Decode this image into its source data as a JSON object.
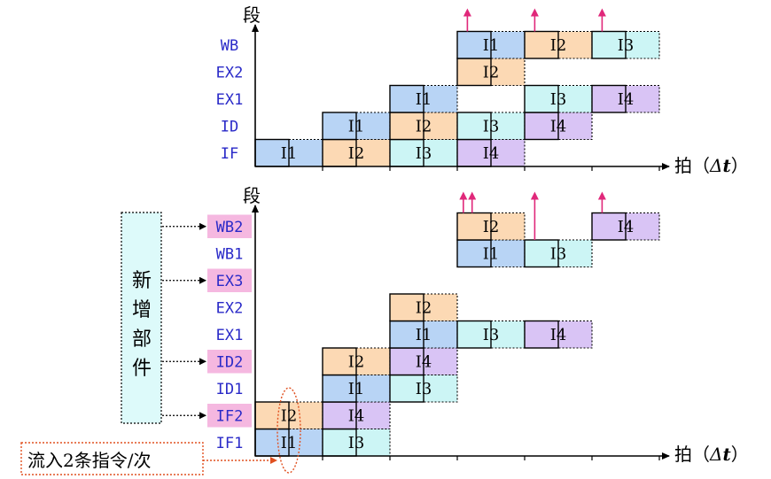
{
  "top": {
    "title": "段",
    "unit_pre": "拍（",
    "unit_delta": "Δ",
    "unit_t": "t",
    "unit_post": "）",
    "stages": [
      "IF",
      "ID",
      "EX1",
      "EX2",
      "WB"
    ],
    "blocks": [
      {
        "stage": 0,
        "t0": 0,
        "text": "I1",
        "color": "#b8d4f5"
      },
      {
        "stage": 0,
        "t0": 1,
        "text": "I2",
        "color": "#fcd9b4"
      },
      {
        "stage": 0,
        "t0": 2,
        "text": "I3",
        "color": "#ccf5f5"
      },
      {
        "stage": 0,
        "t0": 3,
        "text": "I4",
        "color": "#d9c4f5"
      },
      {
        "stage": 1,
        "t0": 1,
        "text": "I1",
        "color": "#b8d4f5"
      },
      {
        "stage": 1,
        "t0": 2,
        "text": "I2",
        "color": "#fcd9b4"
      },
      {
        "stage": 1,
        "t0": 3,
        "text": "I3",
        "color": "#ccf5f5"
      },
      {
        "stage": 1,
        "t0": 4,
        "text": "I4",
        "color": "#d9c4f5"
      },
      {
        "stage": 2,
        "t0": 2,
        "text": "I1",
        "color": "#b8d4f5"
      },
      {
        "stage": 2,
        "t0": 4,
        "text": "I3",
        "color": "#ccf5f5"
      },
      {
        "stage": 2,
        "t0": 5,
        "text": "I4",
        "color": "#d9c4f5"
      },
      {
        "stage": 3,
        "t0": 3,
        "text": "I2",
        "color": "#fcd9b4"
      },
      {
        "stage": 4,
        "t0": 3,
        "text": "I1",
        "color": "#b8d4f5"
      },
      {
        "stage": 4,
        "t0": 4,
        "text": "I2",
        "color": "#fcd9b4"
      },
      {
        "stage": 4,
        "t0": 5,
        "text": "I3",
        "color": "#ccf5f5"
      }
    ],
    "arrows": [
      {
        "stage": 4,
        "t": 3.15
      },
      {
        "stage": 4,
        "t": 4.15
      },
      {
        "stage": 4,
        "t": 5.15
      }
    ]
  },
  "bottom": {
    "title": "段",
    "unit_pre": "拍（",
    "unit_delta": "Δ",
    "unit_t": "t",
    "unit_post": "）",
    "stages": [
      "IF1",
      "IF2",
      "ID1",
      "ID2",
      "EX1",
      "EX2",
      "EX3",
      "WB1",
      "WB2"
    ],
    "highlighted": [
      "IF2",
      "ID2",
      "EX3",
      "WB2"
    ],
    "highlight_color": "#f5b8e0",
    "blocks": [
      {
        "stage": 0,
        "t0": 0,
        "text": "I1",
        "color": "#b8d4f5"
      },
      {
        "stage": 0,
        "t0": 1,
        "text": "I3",
        "color": "#ccf5f5"
      },
      {
        "stage": 1,
        "t0": 0,
        "text": "I2",
        "color": "#fcd9b4"
      },
      {
        "stage": 1,
        "t0": 1,
        "text": "I4",
        "color": "#d9c4f5"
      },
      {
        "stage": 2,
        "t0": 1,
        "text": "I1",
        "color": "#b8d4f5"
      },
      {
        "stage": 2,
        "t0": 2,
        "text": "I3",
        "color": "#ccf5f5"
      },
      {
        "stage": 3,
        "t0": 1,
        "text": "I2",
        "color": "#fcd9b4"
      },
      {
        "stage": 3,
        "t0": 2,
        "text": "I4",
        "color": "#d9c4f5"
      },
      {
        "stage": 4,
        "t0": 2,
        "text": "I1",
        "color": "#b8d4f5"
      },
      {
        "stage": 4,
        "t0": 3,
        "text": "I3",
        "color": "#ccf5f5"
      },
      {
        "stage": 4,
        "t0": 4,
        "text": "I4",
        "color": "#d9c4f5"
      },
      {
        "stage": 5,
        "t0": 2,
        "text": "I2",
        "color": "#fcd9b4"
      },
      {
        "stage": 7,
        "t0": 3,
        "text": "I1",
        "color": "#b8d4f5"
      },
      {
        "stage": 7,
        "t0": 4,
        "text": "I3",
        "color": "#ccf5f5"
      },
      {
        "stage": 8,
        "t0": 3,
        "text": "I2",
        "color": "#fcd9b4"
      },
      {
        "stage": 8,
        "t0": 5,
        "text": "I4",
        "color": "#d9c4f5"
      }
    ],
    "arrows": [
      {
        "stage": 8,
        "t": 3.09
      },
      {
        "stage": 8,
        "t": 3.22
      },
      {
        "stage": 7,
        "t": 4.15
      },
      {
        "stage": 8,
        "t": 5.15
      }
    ],
    "new_parts": "新增部件",
    "note": "流入2条指令/次"
  },
  "colors": {
    "stage_label": "#2a2ac8",
    "arrow": "#e0287a",
    "note_border": "#e05020"
  }
}
